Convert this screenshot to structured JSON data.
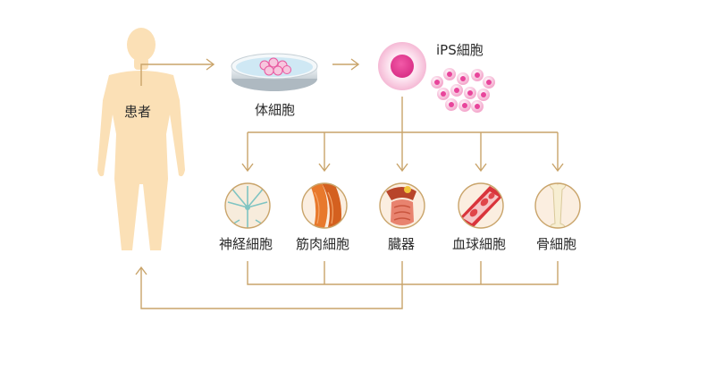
{
  "labels": {
    "patient": "患者",
    "somatic_cell": "体細胞",
    "ips_cell": "iPS細胞"
  },
  "targets": [
    {
      "label": "神経細胞",
      "icon": "nerve-cell-icon"
    },
    {
      "label": "筋肉細胞",
      "icon": "muscle-cell-icon"
    },
    {
      "label": "臓器",
      "icon": "organ-icon"
    },
    {
      "label": "血球細胞",
      "icon": "blood-cell-icon"
    },
    {
      "label": "骨細胞",
      "icon": "bone-cell-icon"
    }
  ],
  "colors": {
    "connector": "#c9a46a",
    "body": "#fbe0b6",
    "cell_pink": "#e8459b",
    "dish_blue": "#cfe8f4"
  }
}
